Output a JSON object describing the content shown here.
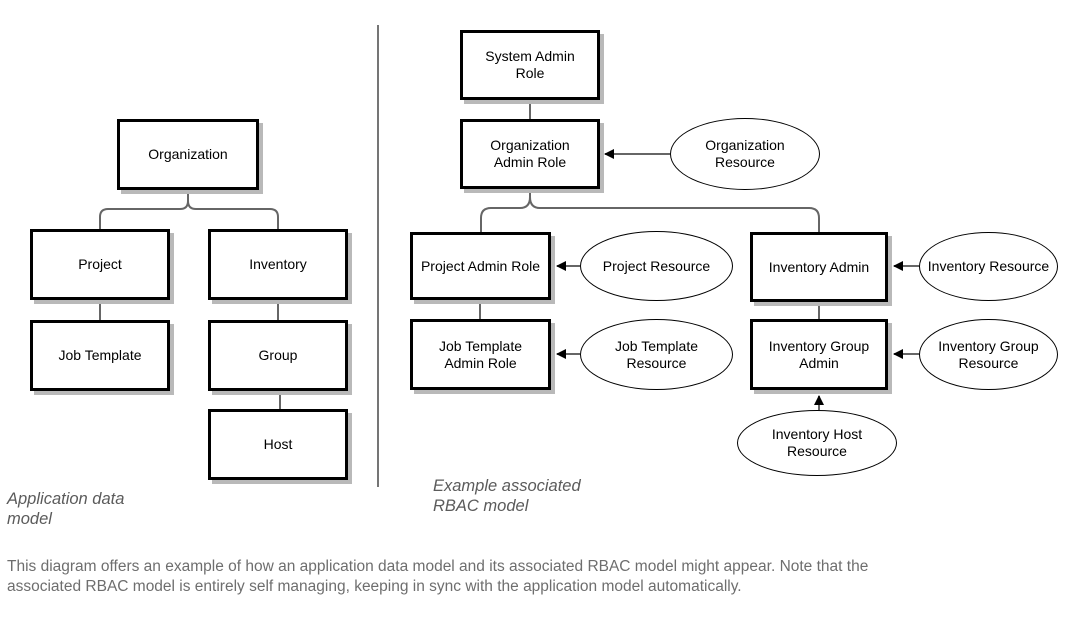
{
  "left_diagram": {
    "caption_line1": "Application data",
    "caption_line2": "model",
    "nodes": {
      "organization": {
        "lines": [
          "Organization"
        ]
      },
      "project": {
        "lines": [
          "Project"
        ]
      },
      "inventory": {
        "lines": [
          "Inventory"
        ]
      },
      "job_template": {
        "lines": [
          "Job Template"
        ]
      },
      "group": {
        "lines": [
          "Group"
        ]
      },
      "host": {
        "lines": [
          "Host"
        ]
      }
    }
  },
  "right_diagram": {
    "caption_line1": "Example associated",
    "caption_line2": "RBAC model",
    "roles": {
      "system_admin": {
        "lines": [
          "System Admin",
          "Role"
        ]
      },
      "organization_admin": {
        "lines": [
          "Organization",
          "Admin Role"
        ]
      },
      "project_admin": {
        "lines": [
          "Project Admin Role"
        ]
      },
      "job_template_admin": {
        "lines": [
          "Job Template",
          "Admin Role"
        ]
      },
      "inventory_admin": {
        "lines": [
          "Inventory Admin"
        ]
      },
      "inventory_group_admin": {
        "lines": [
          "Inventory Group",
          "Admin"
        ]
      }
    },
    "resources": {
      "organization": {
        "lines": [
          "Organization",
          "Resource"
        ]
      },
      "project": {
        "lines": [
          "Project Resource"
        ]
      },
      "job_template": {
        "lines": [
          "Job Template",
          "Resource"
        ]
      },
      "inventory": {
        "lines": [
          "Inventory Resource"
        ]
      },
      "inventory_group": {
        "lines": [
          "Inventory Group",
          "Resource"
        ]
      },
      "inventory_host": {
        "lines": [
          "Inventory Host",
          "Resource"
        ]
      }
    }
  },
  "footer": {
    "line1": "This diagram offers an example of how an application data model and its associated RBAC model might appear. Note that the",
    "line2": "associated RBAC model is entirely self managing, keeping in sync with the application model automatically."
  },
  "colors": {
    "box_border": "#000000",
    "box_shadow": "#b9b9b9",
    "connector": "#666666",
    "arrowhead": "#000000",
    "divider": "#757575",
    "caption_text": "#5b5b5b",
    "footer_text": "#6e6e6e",
    "shape_fill": "#ffffff"
  }
}
